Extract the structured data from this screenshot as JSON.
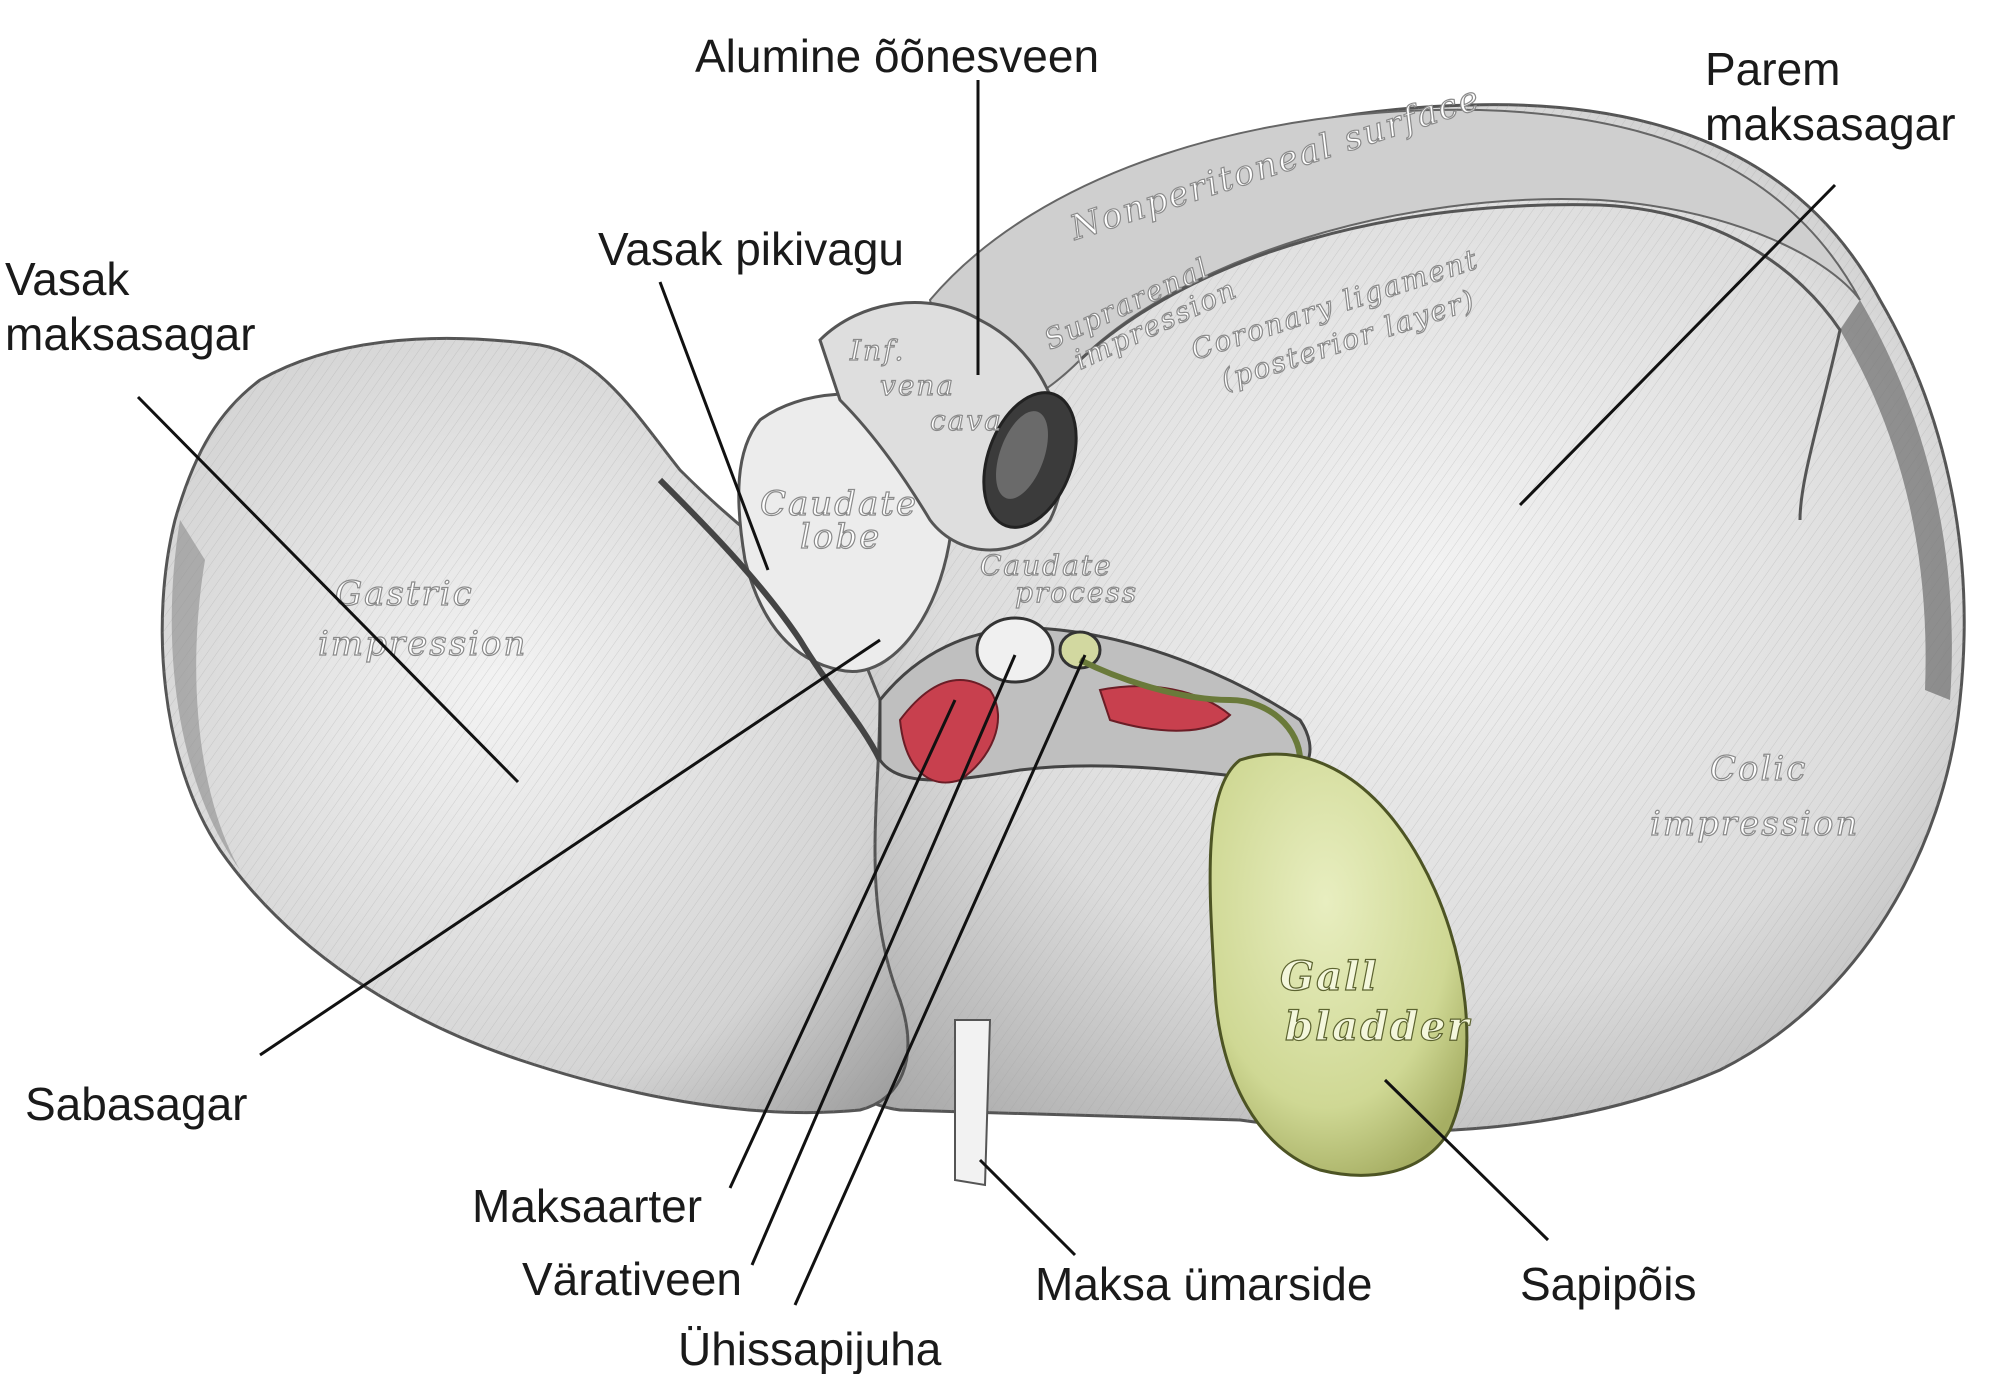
{
  "labels": {
    "alumine_oonesveen": "Alumine õõnesveen",
    "parem_maksasagar": [
      "Parem",
      "maksasagar"
    ],
    "vasak_pikivagu": "Vasak pikivagu",
    "vasak_maksasagar": [
      "Vasak",
      "maksasagar"
    ],
    "sabasagar": "Sabasagar",
    "maksaarter": "Maksaarter",
    "varativeen": "Värativeen",
    "uhissapijuha": "Ühissapijuha",
    "maksa_umarside": "Maksa ümarside",
    "sapipois": "Sapipõis"
  },
  "engraved": {
    "nonperitoneal": "Nonperitoneal surface",
    "coronary": "Coronary ligament",
    "posterior": "(posterior layer)",
    "suprarenal": [
      "Suprarenal",
      "impression"
    ],
    "inf_vena_cava": [
      "Inf.",
      "vena",
      "cava"
    ],
    "caudate_lobe": [
      "Caudate",
      "lobe"
    ],
    "caudate_process": [
      "Caudate",
      "process"
    ],
    "gastric": [
      "Gastric",
      "impression"
    ],
    "colic": [
      "Colic",
      "impression"
    ],
    "gall_bladder": [
      "Gall",
      "bladder"
    ]
  },
  "colors": {
    "liver_fill": "#e6e6e6",
    "liver_shade": "#bdbdbd",
    "gall_bladder": "#d8e0a4",
    "artery": "#c8404e",
    "vein": "#f0f0f0"
  }
}
